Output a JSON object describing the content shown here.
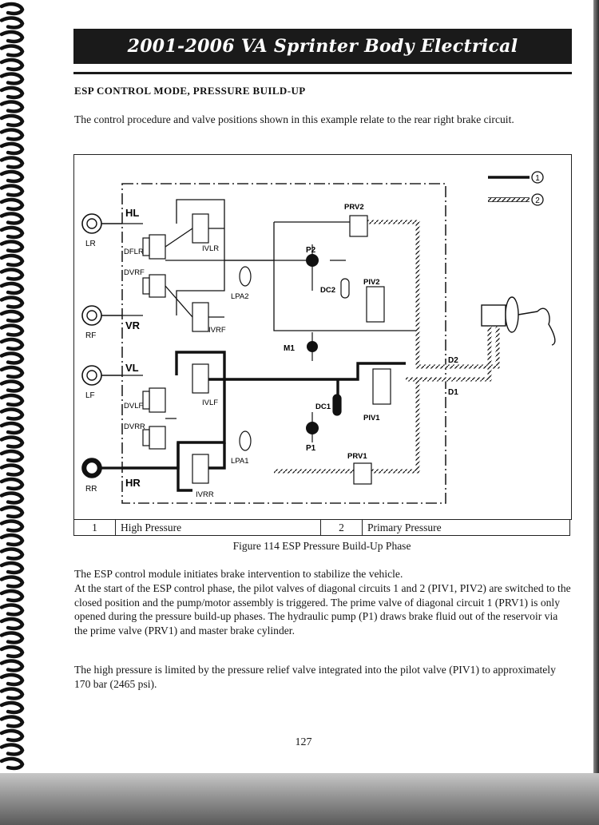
{
  "header": {
    "title": "2001-2006 VA Sprinter Body Electrical"
  },
  "section": {
    "title": "ESP CONTROL MODE, PRESSURE BUILD-UP"
  },
  "intro": "The control procedure and valve positions shown in this example relate to the rear right brake circuit.",
  "diagram": {
    "wheels": {
      "lr": "LR",
      "rf": "RF",
      "lf": "LF",
      "rr": "RR"
    },
    "valves": {
      "hl": "HL",
      "vr": "VR",
      "vl": "VL",
      "hr": "HR",
      "ivlr": "IVLR",
      "ivrf": "IVRF",
      "ivlf": "IVLF",
      "ivrr": "IVRR",
      "dflr": "DFLR",
      "dvrf": "DVRF",
      "dvlf": "DVLF",
      "dvrr": "DVRR",
      "prv1": "PRV1",
      "prv2": "PRV2",
      "piv1": "PIV1",
      "piv2": "PIV2",
      "p1": "P1",
      "p2": "P2",
      "dc1": "DC1",
      "dc2": "DC2",
      "pa1": "LPA1",
      "pa2": "LPA2",
      "m1": "M1",
      "d1": "D1",
      "d2": "D2"
    },
    "key_markers": {
      "one": "1",
      "two": "2"
    }
  },
  "legend": [
    {
      "num": "1",
      "label": "High Pressure"
    },
    {
      "num": "2",
      "label": "Primary Pressure"
    }
  ],
  "figure_caption": "Figure 114 ESP Pressure Build-Up Phase",
  "body": {
    "p1_line1": "The ESP control module initiates brake intervention to stabilize the vehicle.",
    "p1_rest": "At the start of the ESP control phase, the pilot valves of diagonal circuits 1 and 2 (PIV1, PIV2) are switched to the closed position and the pump/motor assembly is triggered. The prime valve of diagonal circuit 1 (PRV1) is only opened during the pressure build-up phases. The hydraulic pump (P1) draws brake fluid out of the reservoir via the prime valve (PRV1) and master brake cylinder.",
    "p2": "The high pressure is limited by the pressure relief valve integrated into the pilot valve (PIV1) to approximately 170 bar (2465 psi)."
  },
  "page_number": "127"
}
